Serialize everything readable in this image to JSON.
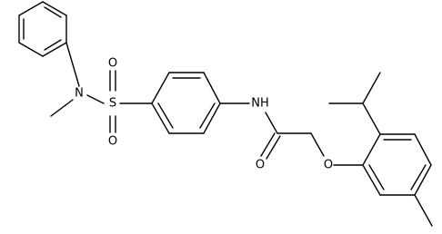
{
  "atoms": {
    "N_sulfonamide": "N",
    "S": "S",
    "O_sulfonyl_top": "O",
    "O_sulfonyl_bottom": "O",
    "N_amide": "NH",
    "O_carbonyl": "O",
    "O_ether": "O"
  }
}
